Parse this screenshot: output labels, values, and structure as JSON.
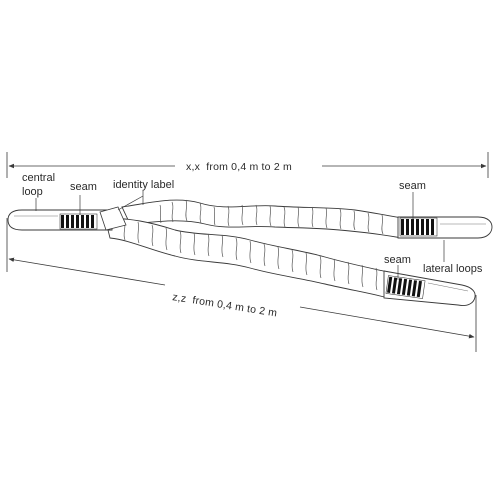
{
  "labels": {
    "central_loop_line1": "central",
    "central_loop_line2": "loop",
    "seam_left": "seam",
    "identity_label": "identity label",
    "seam_right_top": "seam",
    "seam_right_bottom": "seam",
    "lateral_loops": "lateral loops"
  },
  "dimensions": {
    "top": "x,x  from 0,4 m to 2 m",
    "bottom": "z,z  from 0,4 m to 2 m"
  }
}
